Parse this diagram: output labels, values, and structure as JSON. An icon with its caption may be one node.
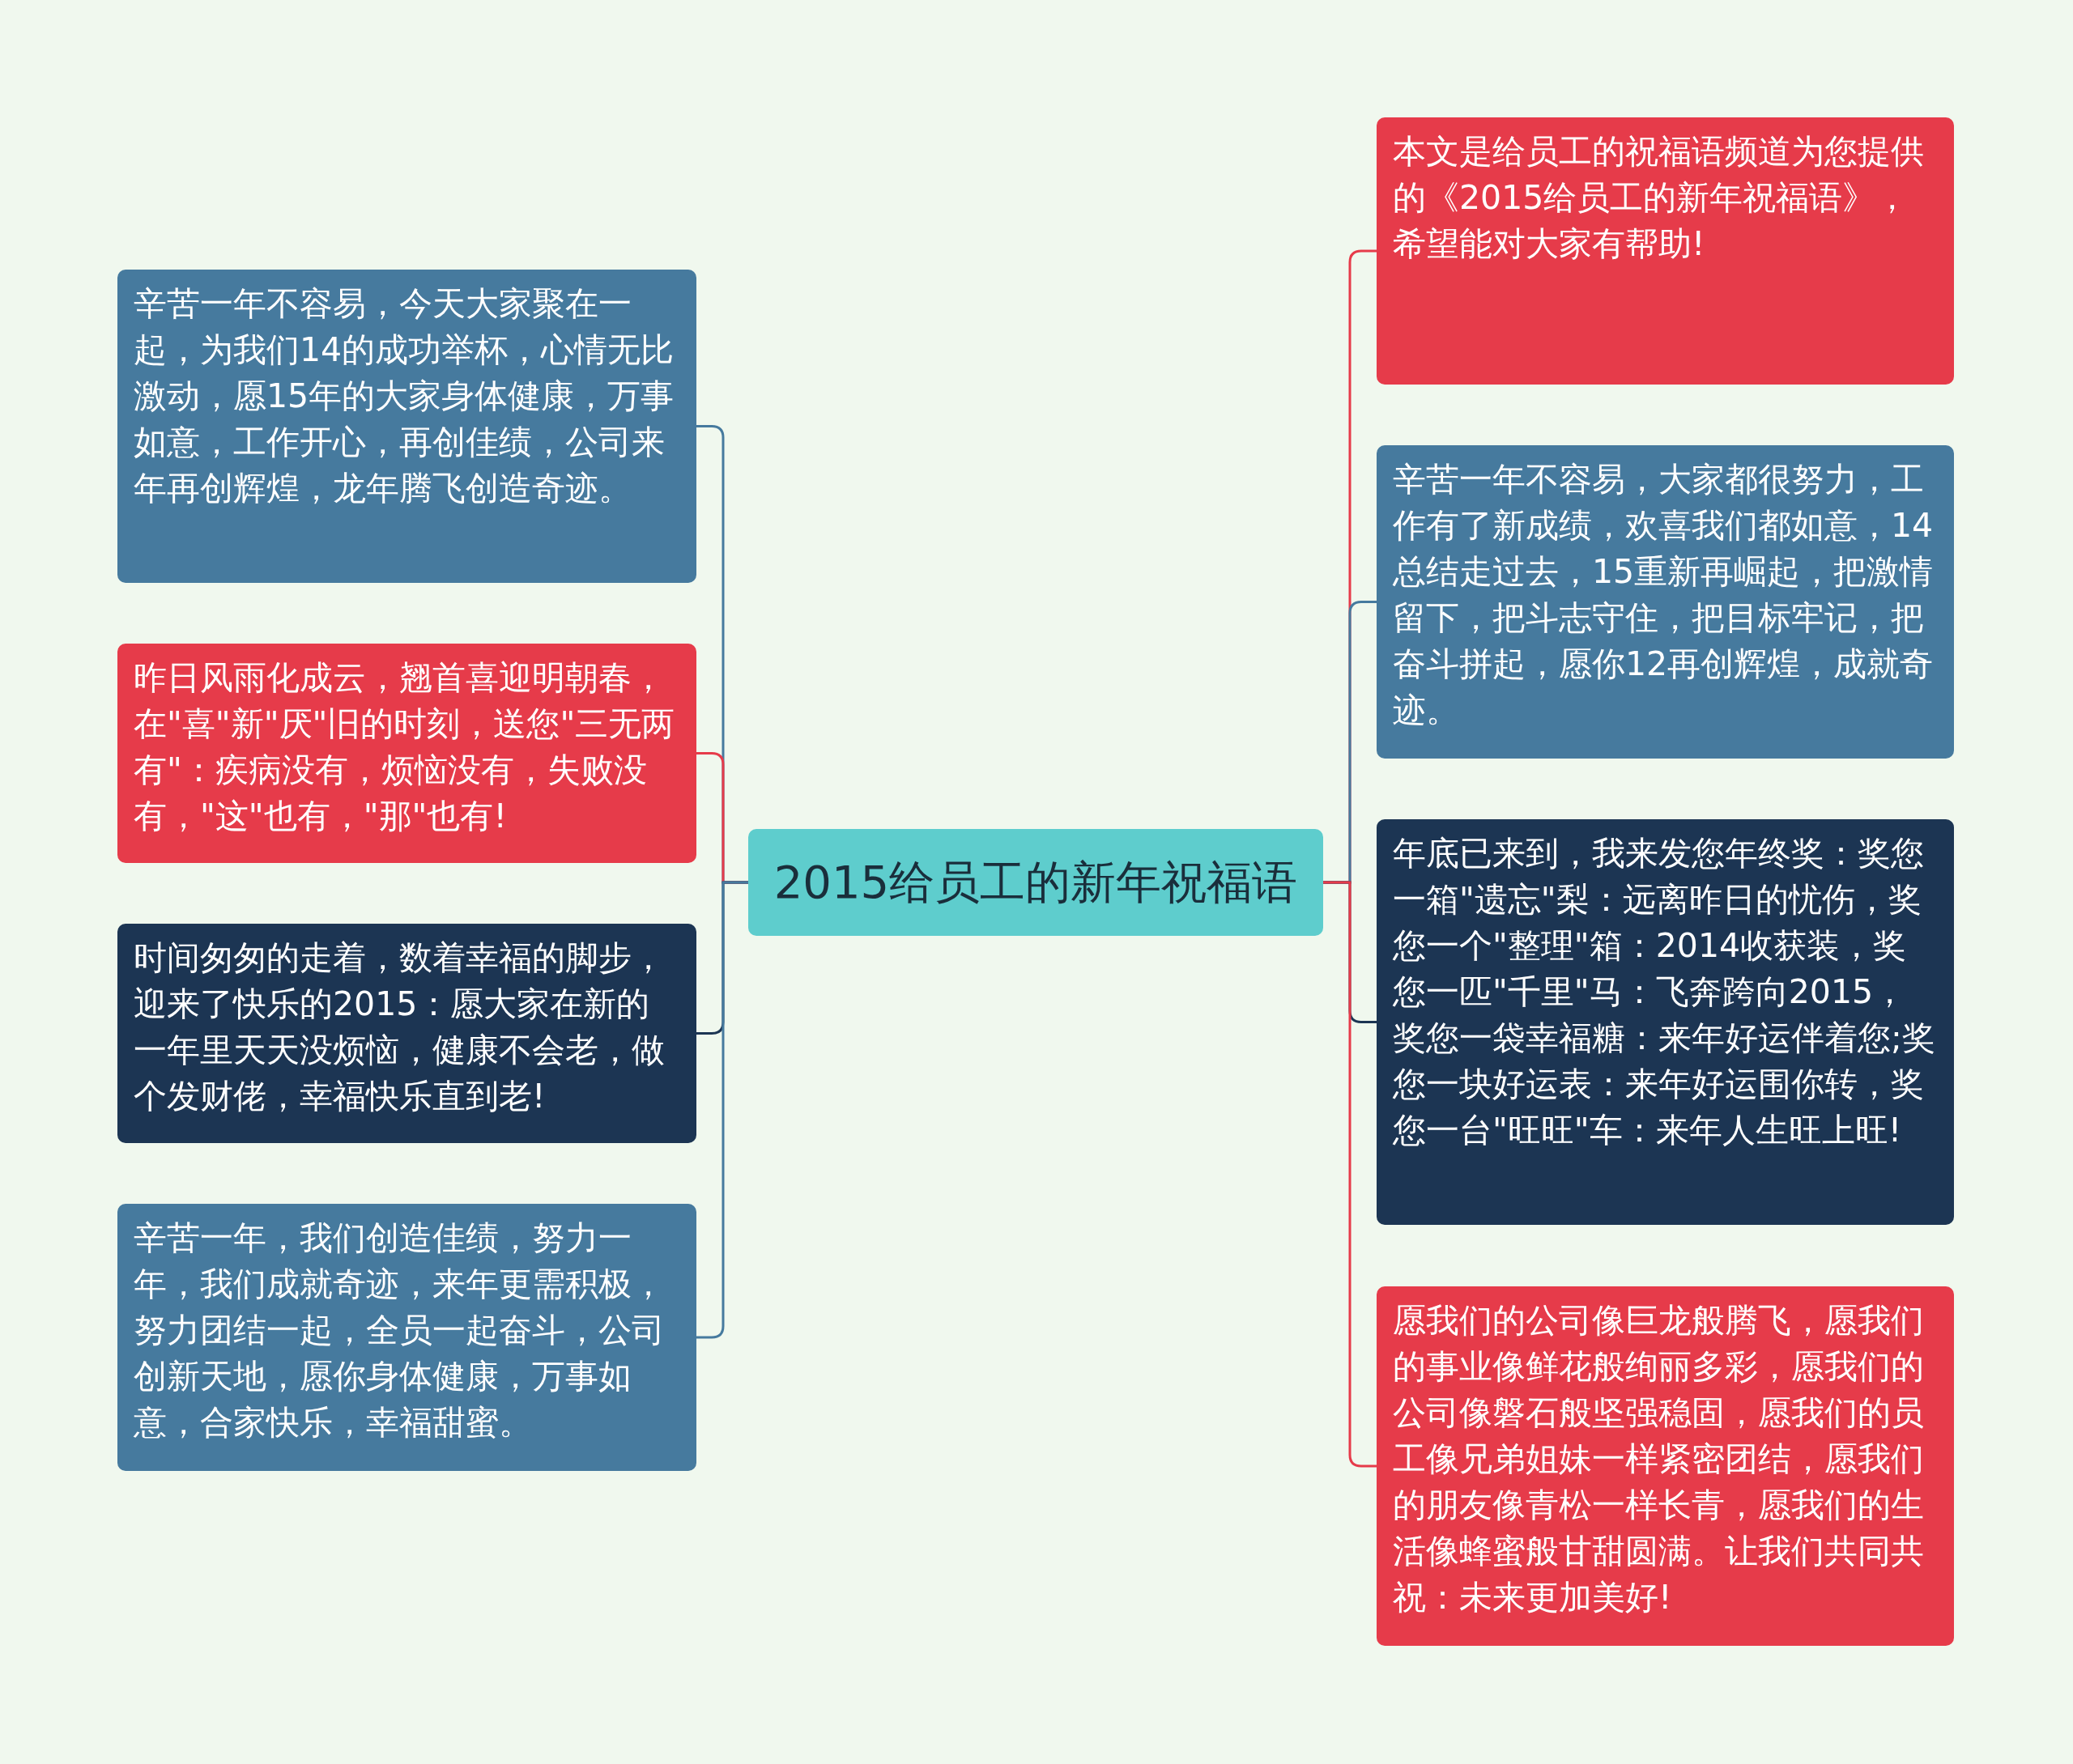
{
  "diagram": {
    "nodes": [
      {
        "text": [
          "2015给员工的新年祝福语"
        ]
      },
      {
        "text": [
          "辛苦一年不容易，今天大家聚在一起，为我们14的成功举杯，心情无比激动，愿15年的大家身体健康，万事如意，工作开心，再创佳绩，公司来年再创辉煌，龙年腾飞创造奇迹。"
        ]
      },
      {
        "text": [
          "昨日风雨化成云，翘首喜迎明朝春，在\"喜\"新\"厌\"旧的时刻，送您\"三无两有\"：疾病没有，烦恼没有，失败没有，\"这\"也有，\"那\"也有!"
        ]
      },
      {
        "text": [
          "时间匆匆的走着，数着幸福的脚步，迎来了快乐的2015：愿大家在新的一年里天天没烦恼，健康不会老，做个发财佬，幸福快乐直到老!"
        ]
      },
      {
        "text": [
          "辛苦一年，我们创造佳绩，努力一年，我们成就奇迹，来年更需积极，努力团结一起，全员一起奋斗，公司创新天地，愿你身体健康，万事如意，合家快乐，幸福甜蜜。"
        ]
      },
      {
        "text": [
          "本文是给员工的祝福语频道为您提供的《2015给员工的新年祝福语》，希望能对大家有帮助!"
        ]
      },
      {
        "text": [
          "辛苦一年不容易，大家都很努力，工作有了新成绩，欢喜我们都如意，14总结走过去，15重新再崛起，把激情留下，把斗志守住，把目标牢记，把奋斗拼起，愿你12再创辉煌，成就奇迹。"
        ]
      },
      {
        "text": [
          "年底已来到，我来发您年终奖：奖您一箱\"遗忘\"梨：远离昨日的忧伤，奖您一个\"整理\"箱：2014收获装，奖您一匹\"千里\"马：飞奔跨向2015，奖您一袋幸福糖：来年好运伴着您;奖您一块好运表：来年好运围你转，奖您一台\"旺旺\"车：来年人生旺上旺!"
        ]
      },
      {
        "text": [
          "愿我们的公司像巨龙般腾飞，愿我们的事业像鲜花般绚丽多彩，愿我们的公司像磐石般坚强稳固，愿我们的员工像兄弟姐妹一样紧密团结，愿我们的朋友像青松一样长青，愿我们的生活像蜂蜜般甘甜圆满。让我们共同共祝：未来更加美好!"
        ]
      }
    ],
    "edges": [
      {
        "from": 0,
        "to": 1,
        "arrow": "none",
        "color": "#467a9e"
      },
      {
        "from": 0,
        "to": 2,
        "arrow": "none",
        "color": "#e63b4a"
      },
      {
        "from": 0,
        "to": 3,
        "arrow": "none",
        "color": "#1c3553"
      },
      {
        "from": 0,
        "to": 4,
        "arrow": "none",
        "color": "#467a9e"
      },
      {
        "from": 0,
        "to": 5,
        "arrow": "none",
        "color": "#e63b4a"
      },
      {
        "from": 0,
        "to": 6,
        "arrow": "none",
        "color": "#467a9e"
      },
      {
        "from": 0,
        "to": 7,
        "arrow": "none",
        "color": "#1c3553"
      },
      {
        "from": 0,
        "to": 8,
        "arrow": "none",
        "color": "#e63b4a"
      }
    ]
  }
}
